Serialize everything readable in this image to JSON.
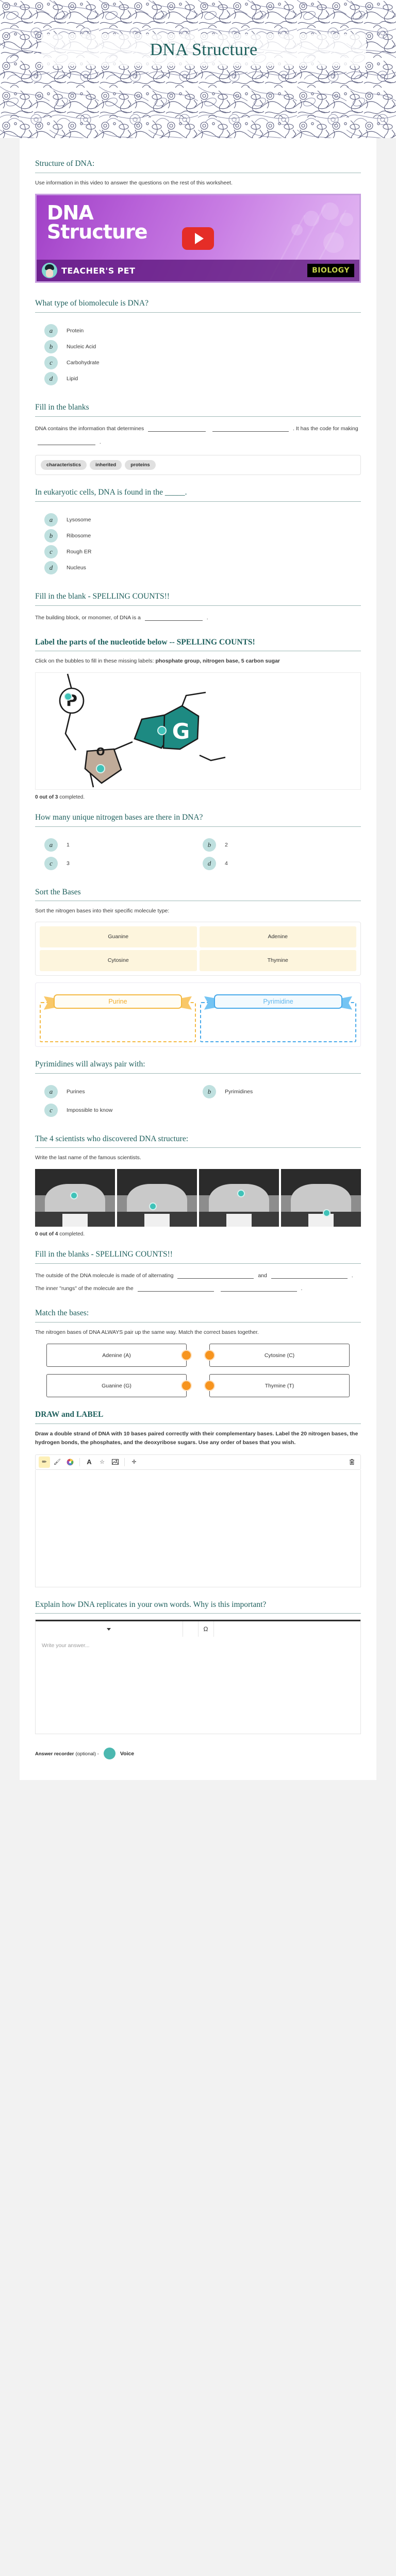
{
  "header": {
    "title": "DNA Structure"
  },
  "intro": {
    "title": "Structure of DNA:",
    "text": "Use information in this video to answer the questions on the rest of this worksheet."
  },
  "video": {
    "title_line1": "DNA",
    "title_line2": "Structure",
    "brand": "TEACHER'S PET",
    "subject": "BIOLOGY",
    "play_label": "play-video"
  },
  "q_biomolecule": {
    "title": "What type of biomolecule is DNA?",
    "options": [
      {
        "letter": "a",
        "label": "Protein"
      },
      {
        "letter": "b",
        "label": "Nucleic Acid"
      },
      {
        "letter": "c",
        "label": "Carbohydrate"
      },
      {
        "letter": "d",
        "label": "Lipid"
      }
    ]
  },
  "q_fill1": {
    "title": "Fill in the blanks",
    "seg1": "DNA contains the information that determines",
    "seg2": ". It has the code for making",
    "seg3": ".",
    "wordbank": [
      "characteristics",
      "inherited",
      "proteins"
    ]
  },
  "q_eukaryotic": {
    "title": "In eukaryotic cells, DNA is found in the _____.",
    "options": [
      {
        "letter": "a",
        "label": "Lysosome"
      },
      {
        "letter": "b",
        "label": "Ribosome"
      },
      {
        "letter": "c",
        "label": "Rough ER"
      },
      {
        "letter": "d",
        "label": "Nucleus"
      }
    ]
  },
  "q_monomer": {
    "title": "Fill in the blank - SPELLING COUNTS!!",
    "seg1": "The building block, or monomer, of DNA is a",
    "seg2": "."
  },
  "q_nucleotide": {
    "title": "Label the parts of the nucleotide below -- SPELLING COUNTS!",
    "instruction_prefix": "Click on the bubbles to fill in these missing labels:",
    "instruction_labels": "phosphate group, nitrogen base, 5 carbon sugar",
    "phosphate_glyph": "P",
    "base_glyph": "G",
    "sugar_glyph": "O",
    "completed_count": "0 out of 3",
    "completed_suffix": " completed."
  },
  "q_bases_count": {
    "title": "How many unique nitrogen bases are there in DNA?",
    "options": [
      {
        "letter": "a",
        "label": "1"
      },
      {
        "letter": "b",
        "label": "2"
      },
      {
        "letter": "c",
        "label": "3"
      },
      {
        "letter": "d",
        "label": "4"
      }
    ]
  },
  "q_sort": {
    "title": "Sort the Bases",
    "instruction": "Sort the nitrogen bases into their specific molecule type:",
    "tiles": [
      "Guanine",
      "Adenine",
      "Cytosine",
      "Thymine"
    ],
    "zones": [
      {
        "name": "Purine",
        "color": "#f0ab2e"
      },
      {
        "name": "Pyrimidine",
        "color": "#62b6ec"
      }
    ]
  },
  "q_pairing": {
    "title": "Pyrimidines will always pair with:",
    "options": [
      {
        "letter": "a",
        "label": "Purines"
      },
      {
        "letter": "b",
        "label": "Pyrimidines"
      },
      {
        "letter": "c",
        "label": "Impossible to know"
      }
    ]
  },
  "q_scientists": {
    "title": "The 4 scientists who discovered DNA structure:",
    "instruction": "Write the last name of the famous scientists.",
    "completed_count": "0 out of 4",
    "completed_suffix": " completed."
  },
  "q_fill2": {
    "title": "Fill in the blanks - SPELLING COUNTS!!",
    "seg1": "The outside of the DNA molecule is made of of alternating",
    "seg2": "and",
    "seg3": ". The inner \"rungs\"",
    "seg4": "of the molecule are the",
    "seg5": "."
  },
  "q_match": {
    "title": "Match the bases:",
    "instruction": "The nitrogen bases of DNA ALWAYS pair up the same way. Match the correct bases together.",
    "left": [
      "Adenine (A)",
      "Guanine (G)"
    ],
    "right": [
      "Cytosine (C)",
      "Thymine (T)"
    ]
  },
  "q_draw": {
    "title": "DRAW and LABEL",
    "instruction": "Draw a double strand of DNA with 10 bases paired correctly with their complementary bases. Label the 20 nitrogen bases, the hydrogen bonds, the phosphates, and the deoxyribose sugars. Use any order of bases that you wish.",
    "tools": [
      {
        "name": "pencil-tool",
        "glyph": "✏",
        "active": true
      },
      {
        "name": "brush-tool",
        "glyph": "🖌",
        "active": false
      },
      {
        "name": "color-wheel-tool",
        "glyph": "◉",
        "active": false
      },
      {
        "name": "text-tool",
        "glyph": "A",
        "active": false
      },
      {
        "name": "shape-tool",
        "glyph": "☆",
        "active": false
      },
      {
        "name": "image-tool",
        "glyph": "⛰",
        "active": false
      },
      {
        "name": "move-tool",
        "glyph": "✛",
        "active": false
      },
      {
        "name": "delete-tool",
        "glyph": "🗑",
        "active": false
      }
    ]
  },
  "q_replication": {
    "title": "Explain how DNA replicates in your own words.  Why is this important?",
    "format_select": "",
    "special_char": "Ω",
    "placeholder": "Write your answer..."
  },
  "recorder": {
    "label": "Answer recorder",
    "optional": "(optional) -",
    "voice": "Voice"
  },
  "colors": {
    "heading": "#1d5f5c",
    "bubble": "#bfe0df",
    "accent_orange": "#f7941e",
    "accent_teal": "#4cb8b0"
  }
}
